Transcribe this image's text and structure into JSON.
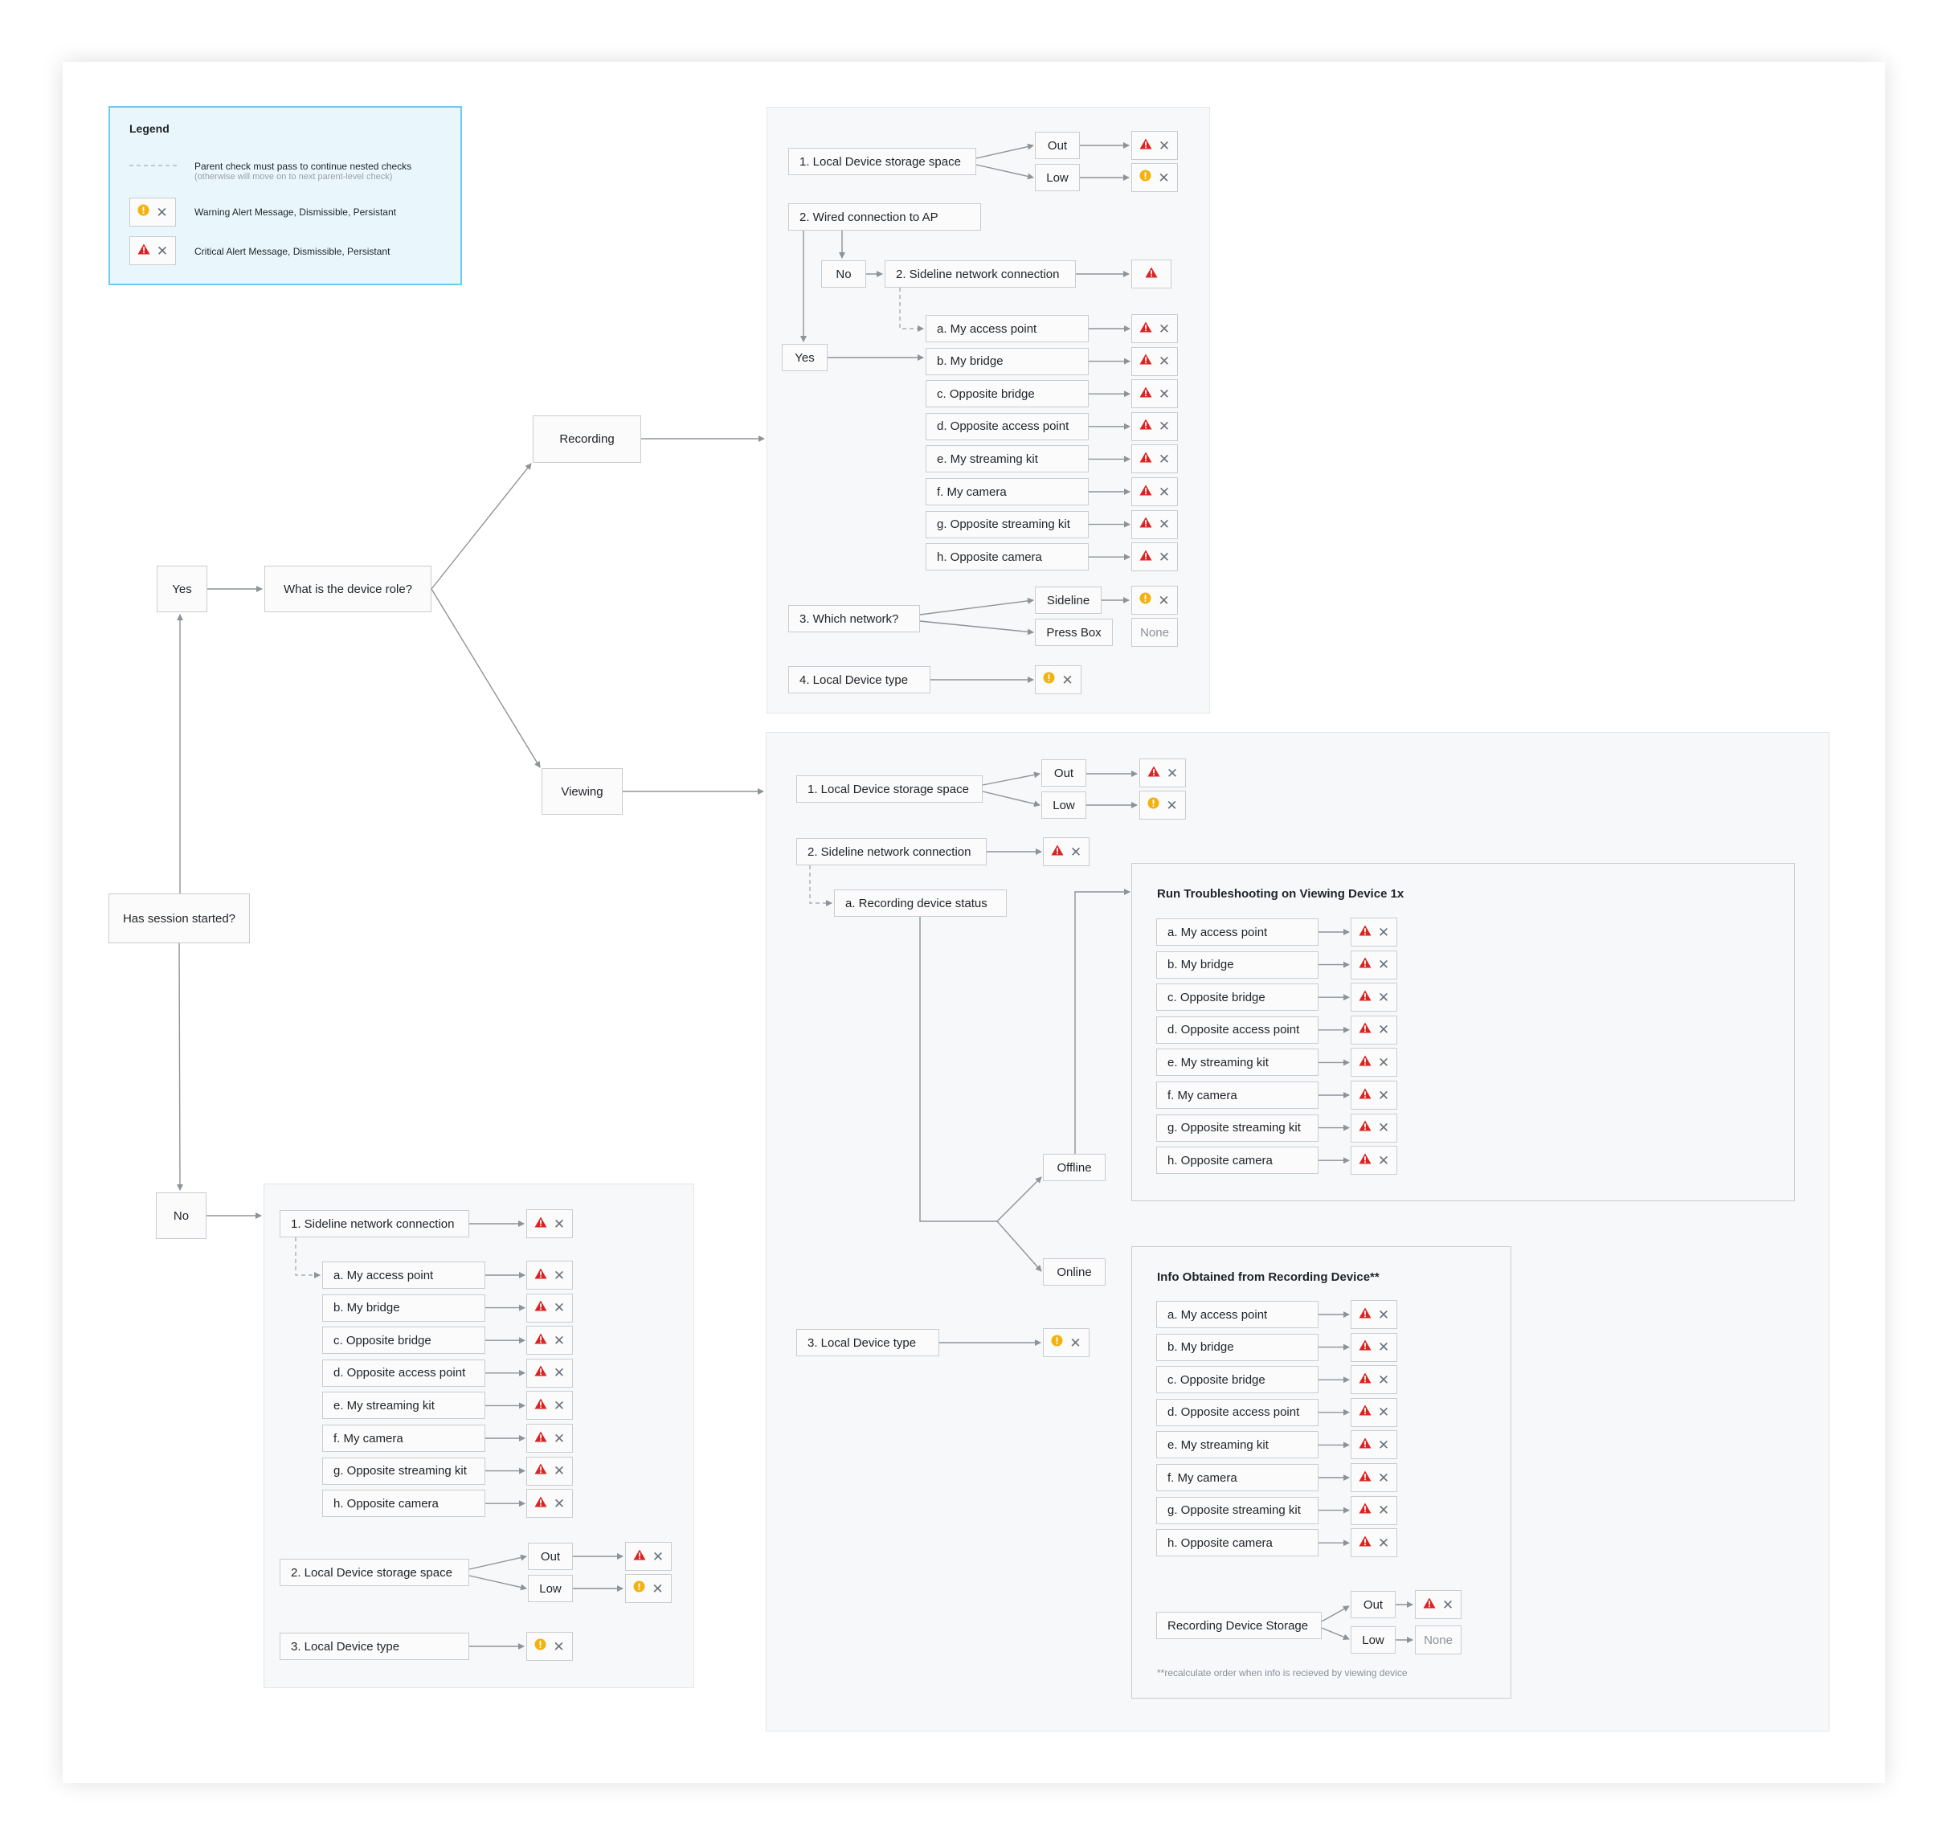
{
  "legend": {
    "title": "Legend",
    "dashed_text": "Parent check must pass to continue nested checks",
    "dashed_subtext": "(otherwise will move on to next parent-level check)",
    "warning_text": "Warning Alert Message, Dismissible, Persistant",
    "critical_text": "Critical Alert Message, Dismissible, Persistant"
  },
  "root": {
    "session_started": "Has session started?",
    "yes": "Yes",
    "no": "No",
    "device_role": "What is the device role?",
    "recording": "Recording",
    "viewing": "Viewing"
  },
  "recording_panel": {
    "storage": "1. Local Device storage space",
    "out": "Out",
    "low": "Low",
    "wired": "2. Wired connection to AP",
    "no": "No",
    "yes": "Yes",
    "sideline": "2. Sideline network connection",
    "which_network": "3. Which network?",
    "sideline_option": "Sideline",
    "pressbox_option": "Press Box",
    "none": "None",
    "device_type": "4. Local Device type"
  },
  "viewing_panel": {
    "storage": "1. Local Device storage space",
    "out": "Out",
    "low": "Low",
    "sideline": "2. Sideline network connection",
    "recording_status": "a. Recording device status",
    "offline": "Offline",
    "online": "Online",
    "device_type": "3. Local Device type",
    "troubleshoot_title": "Run Troubleshooting on Viewing Device 1x",
    "info_title": "Info Obtained from Recording Device**",
    "rec_storage": "Recording Device Storage",
    "rec_out": "Out",
    "rec_low": "Low",
    "none": "None",
    "footnote": "**recalculate order when info is recieved by viewing device"
  },
  "no_panel": {
    "sideline": "1. Sideline network connection",
    "storage": "2. Local Device storage space",
    "out": "Out",
    "low": "Low",
    "device_type": "3. Local Device type"
  },
  "check_items": [
    "a. My access point",
    "b. My bridge",
    "c. Opposite bridge",
    "d. Opposite access point",
    "e. My streaming kit",
    "f. My camera",
    "g. Opposite streaming kit",
    "h. Opposite camera"
  ],
  "icons": {
    "warning": "warning-circle-icon",
    "critical": "critical-triangle-icon",
    "dismiss": "close-icon"
  },
  "colors": {
    "warning": "#f2b20f",
    "critical": "#dd2222",
    "legend_bg": "#e9f7fd",
    "legend_border": "#6ec9ec",
    "panel_bg": "#f7f8f9",
    "connector": "#8e9398"
  }
}
